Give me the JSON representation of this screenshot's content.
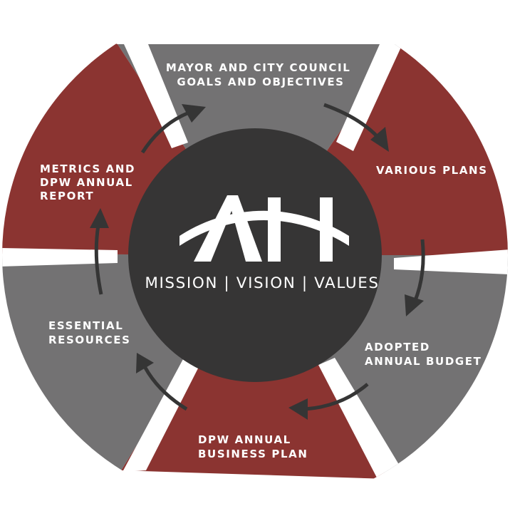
{
  "colors": {
    "red": "#8b3431",
    "gray": "#737273",
    "dark": "#363535",
    "divider": "#ffffff",
    "arrow": "#353535",
    "text": "#ffffff"
  },
  "center": {
    "logo": "AH",
    "tagline": "MISSION | VISION | VALUES"
  },
  "segments": [
    {
      "id": "council-goals",
      "color": "gray",
      "lines": [
        "MAYOR AND CITY COUNCIL",
        "GOALS AND OBJECTIVES"
      ]
    },
    {
      "id": "various-plans",
      "color": "red",
      "lines": [
        "VARIOUS PLANS"
      ]
    },
    {
      "id": "adopted-budget",
      "color": "gray",
      "lines": [
        "ADOPTED",
        "ANNUAL BUDGET"
      ]
    },
    {
      "id": "business-plan",
      "color": "red",
      "lines": [
        "DPW ANNUAL",
        "BUSINESS PLAN"
      ]
    },
    {
      "id": "essential-resources",
      "color": "gray",
      "lines": [
        "ESSENTIAL",
        "RESOURCES"
      ]
    },
    {
      "id": "metrics-report",
      "color": "red",
      "lines": [
        "METRICS AND",
        "DPW ANNUAL",
        "REPORT"
      ]
    }
  ]
}
